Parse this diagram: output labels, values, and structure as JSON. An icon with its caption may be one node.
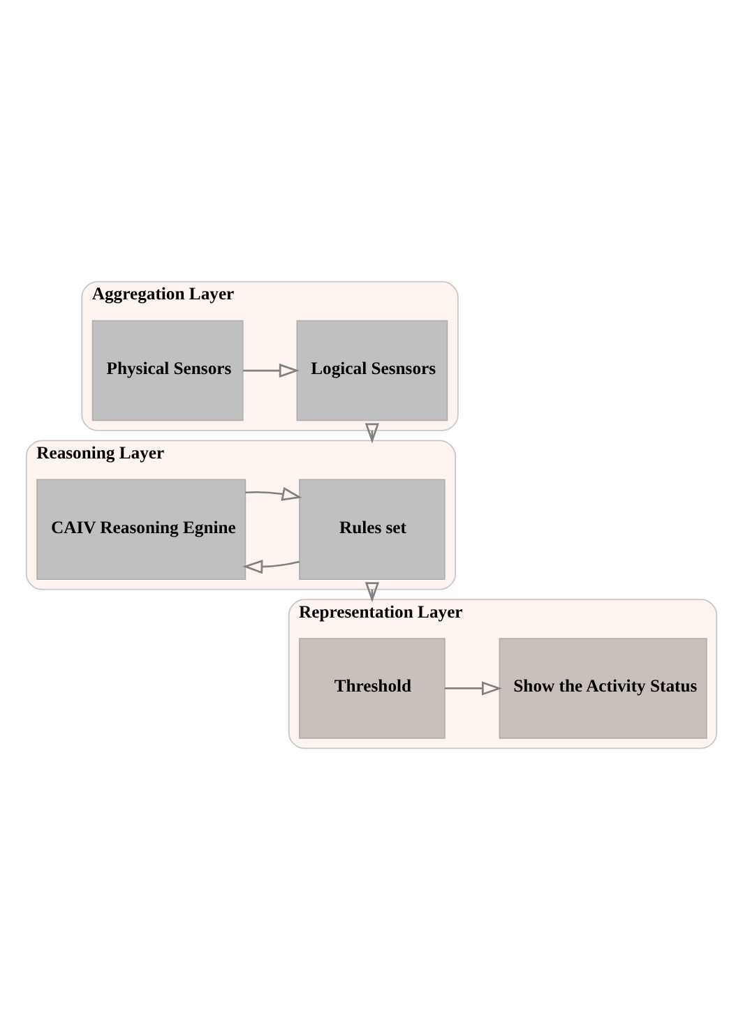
{
  "diagram": {
    "nodes": [
      {
        "text": [
          "Aggregation Layer"
        ]
      },
      {
        "text": [
          "Physical Sensors"
        ],
        "in": 0
      },
      {
        "text": [
          "Logical Sesnsors"
        ],
        "in": 0
      },
      {
        "text": [
          "Reasoning Layer"
        ]
      },
      {
        "text": [
          "CAIV Reasoning Egnine"
        ],
        "in": 3
      },
      {
        "text": [
          "Rules set"
        ],
        "in": 3
      },
      {
        "text": [
          "Representation Layer"
        ]
      },
      {
        "text": [
          "Show the Activity Status"
        ],
        "in": 6
      },
      {
        "text": [
          "Threshold"
        ],
        "in": 6
      }
    ],
    "edges": [
      {
        "from": 1,
        "to": 2,
        "arrow": "to"
      },
      {
        "from": 0,
        "to": 3,
        "arrow": "to"
      },
      {
        "from": 5,
        "to": 4,
        "arrow": "to"
      },
      {
        "from": 4,
        "to": 5,
        "arrow": "to"
      },
      {
        "from": 3,
        "to": 6,
        "arrow": "to"
      },
      {
        "from": 8,
        "to": 7,
        "arrow": "to"
      }
    ]
  }
}
